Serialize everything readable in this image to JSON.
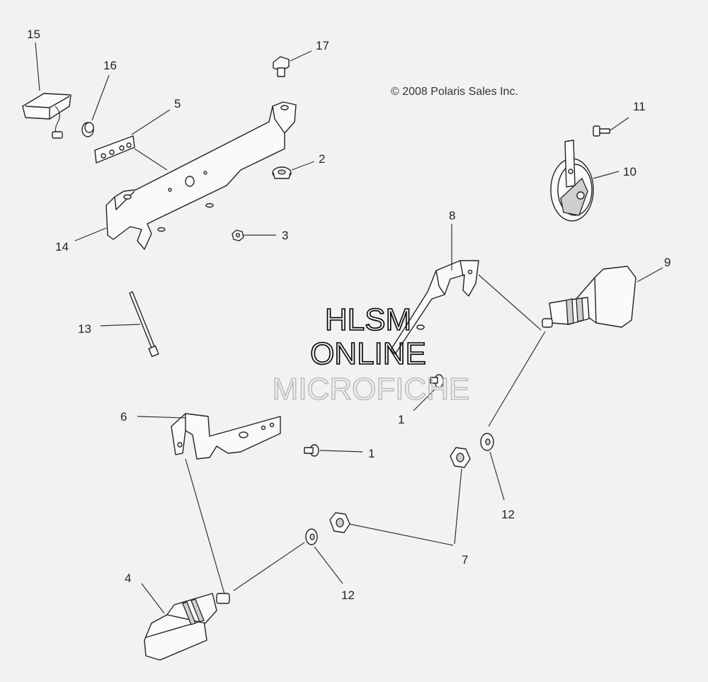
{
  "copyright": "© 2008 Polaris Sales Inc.",
  "watermark": {
    "line1": "HLSM",
    "line2": "ONLINE",
    "line3": "MICROFICHE"
  },
  "callouts": {
    "c1a": "1",
    "c1b": "1",
    "c2": "2",
    "c3": "3",
    "c4": "4",
    "c5": "5",
    "c6": "6",
    "c7": "7",
    "c8": "8",
    "c9": "9",
    "c10": "10",
    "c11": "11",
    "c12a": "12",
    "c12b": "12",
    "c13": "13",
    "c14": "14",
    "c15": "15",
    "c16": "16",
    "c17": "17"
  }
}
